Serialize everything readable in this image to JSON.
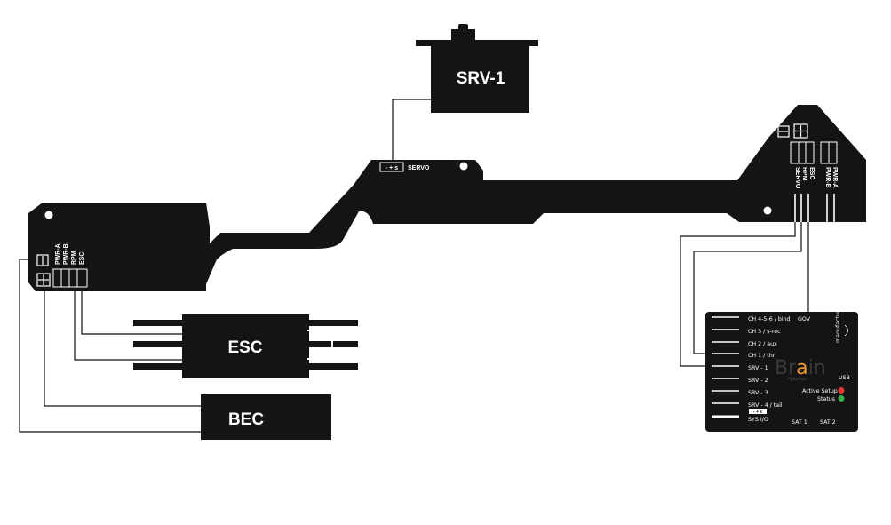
{
  "devices": {
    "servo": "SRV-1",
    "esc": "ESC",
    "bec": "BEC"
  },
  "board": {
    "servo_connector": "SERVO",
    "left_connectors": [
      "PWR-A",
      "PWR-B",
      "RPM",
      "ESC"
    ],
    "right_connectors": [
      "SERVO",
      "RPM",
      "ESC",
      "PWR-B",
      "PWR-A"
    ],
    "pin_marks": "- + s"
  },
  "brain": {
    "logo_prefix": "Br",
    "logo_accent": "a",
    "logo_suffix": "in",
    "logo_sub": "flybarless",
    "manufacturer": "manufactured by",
    "ports": [
      "CH 4-5-6 / bind",
      "CH 3 / s-rec",
      "CH 2 / aux",
      "CH 1 / thr",
      "SRV - 1",
      "SRV - 2",
      "SRV - 3",
      "SRV - 4 / tail"
    ],
    "sys_io": "SYS I/O",
    "gov": "GOV",
    "usb": "USB",
    "active_setup": "Active Setup",
    "status": "Status",
    "sat1": "SAT 1",
    "sat2": "SAT 2",
    "minus_plus_s": "- + s"
  },
  "colors": {
    "board": "#141414",
    "led_active": "#e8382c",
    "led_status": "#35b34a",
    "logo_accent": "#f29a2e"
  }
}
